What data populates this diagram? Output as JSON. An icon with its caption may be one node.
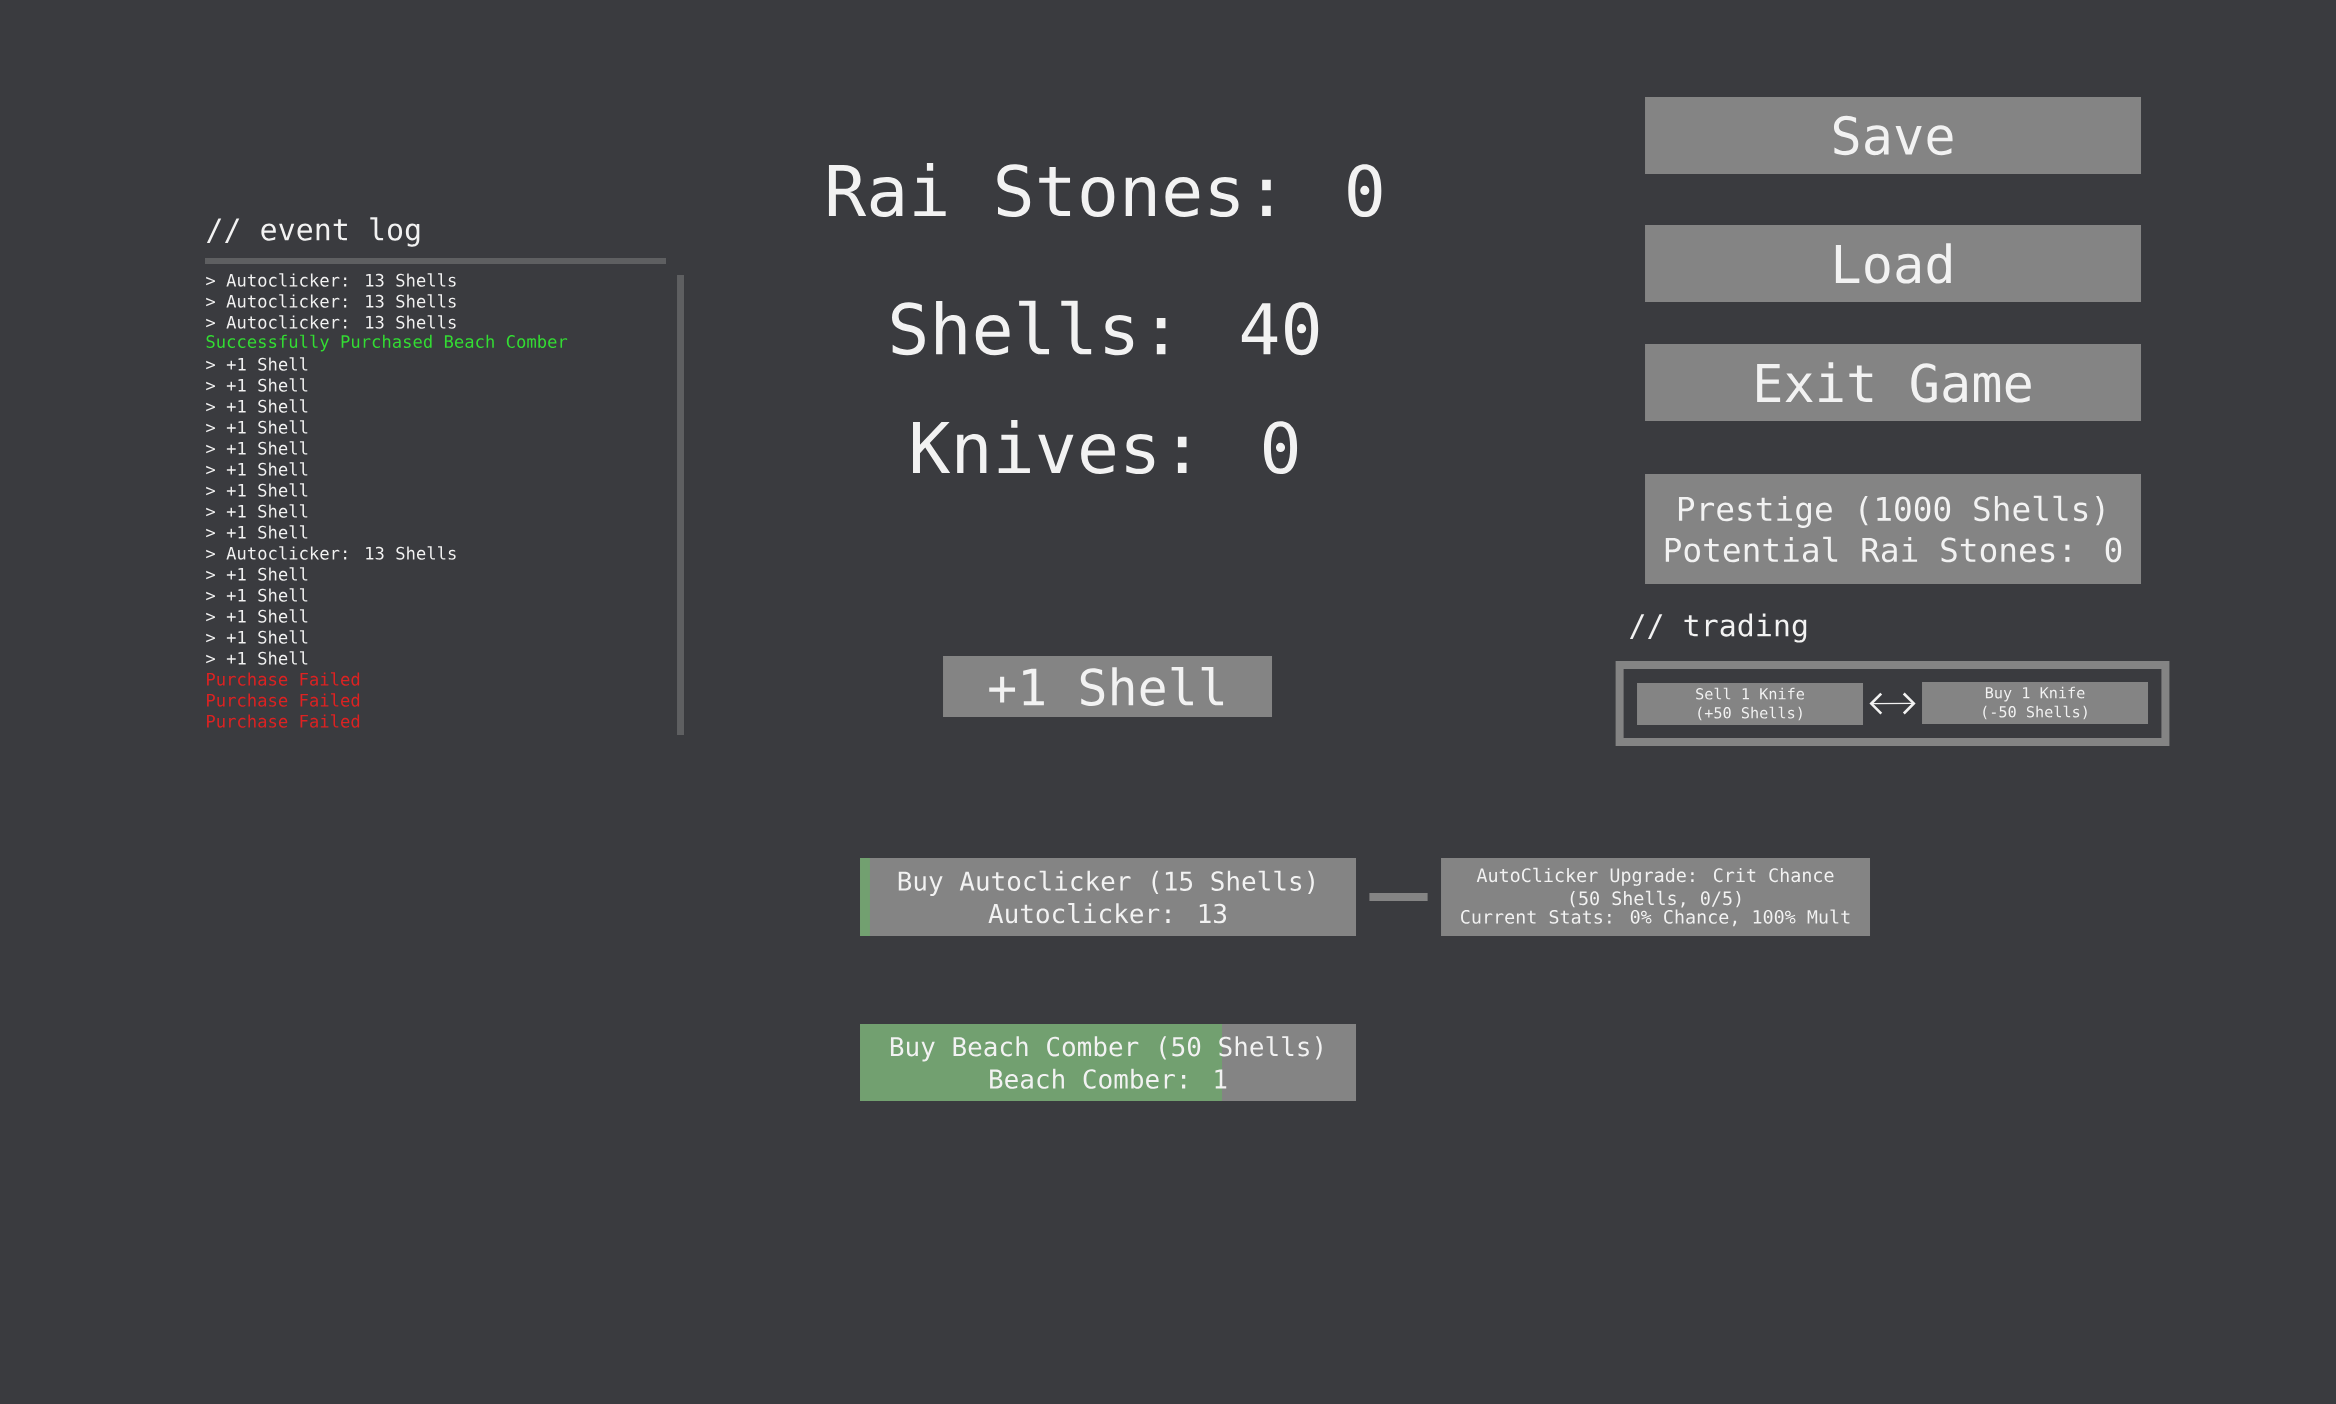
{
  "diagram": {
    "nodes": [
      {
        "text": [
          "Save"
        ]
      },
      {
        "text": [
          "Load"
        ]
      },
      {
        "text": [
          "Exit Game"
        ]
      },
      {
        "text": [
          "Prestige (1000 Shells)",
          "Potential Rai Stones: 0"
        ]
      },
      {
        "text": [
          "+1 Shell"
        ]
      },
      {
        "text": [
          "Buy Autoclicker (15 Shells)",
          "Autoclicker: 13"
        ]
      },
      {
        "text": [
          "AutoClicker Upgrade: Crit Chance (50 Shells, 0/5)",
          "Current Stats: 0% Chance, 100% Mult"
        ]
      },
      {
        "text": [
          "Buy Beach Comber (50 Shells)",
          "Beach Comber: 1"
        ]
      },
      {
        "text": [
          "// trading"
        ]
      },
      {
        "text": [
          "Sell 1 Knife (+50 Shells)"
        ],
        "in": 8
      },
      {
        "text": [
          "Buy 1 Knife (-50 Shells)"
        ],
        "in": 8
      }
    ],
    "edges": [
      {
        "from": 5,
        "to": 6,
        "arrow": "none",
        "style": "thick"
      },
      {
        "from": 9,
        "to": 10,
        "arrow": "both",
        "color": "#f2f2f2"
      }
    ],
    "labels": [
      "// event log",
      "> Autoclicker: 13 Shells",
      "> Autoclicker: 13 Shells",
      "> Autoclicker: 13 Shells",
      "Successfully Purchased Beach Comber",
      "> +1 Shell",
      "> +1 Shell",
      "> +1 Shell",
      "> +1 Shell",
      "> +1 Shell",
      "> +1 Shell",
      "> +1 Shell",
      "> +1 Shell",
      "> +1 Shell",
      "> Autoclicker: 13 Shells",
      "> +1 Shell",
      "> +1 Shell",
      "> +1 Shell",
      "> +1 Shell",
      "> +1 Shell",
      "Purchase Failed",
      "Purchase Failed",
      "Purchase Failed",
      "Rai Stones: 0",
      "Shells: 40",
      "Knives: 0"
    ]
  }
}
